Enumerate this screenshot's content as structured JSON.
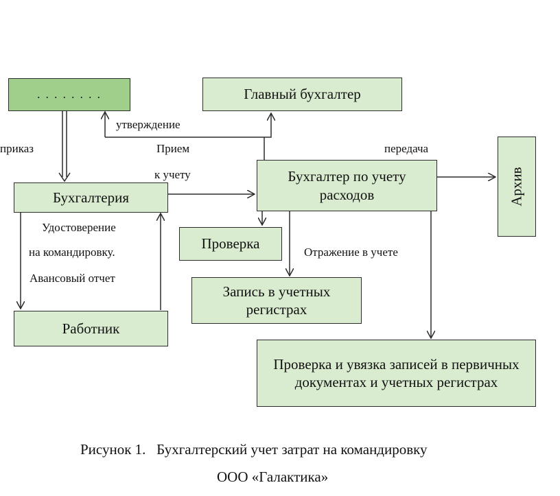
{
  "boxes": {
    "dots": ". . . . . . . .",
    "chief": "Главный бухгалтер",
    "accounting": "Бухгалтерия",
    "expense_accountant": "Бухгалтер по учету расходов",
    "archive": "Архив",
    "check": "Проверка",
    "register_entry": "Запись в учетных регистрах",
    "worker": "Работник",
    "reconcile": "Проверка и увязка записей в первичных документах и учетных регистрах"
  },
  "labels": {
    "order": "приказ",
    "approval": "утверждение",
    "accept_1": "Прием",
    "accept_2": "к учету",
    "transfer": "передача",
    "cert_1": "Удостоверение",
    "cert_2": "на командировку.",
    "cert_3": "Авансовый отчет",
    "reflect": "Отражение в учете"
  },
  "caption": {
    "line1": "Рисунок 1.   Бухгалтерский учет затрат на командировку",
    "line2": "ООО «Галактика»"
  },
  "colors": {
    "box_light": "#d9ecd0",
    "box_dark": "#9fcf8b",
    "line": "#2b2b2b"
  }
}
